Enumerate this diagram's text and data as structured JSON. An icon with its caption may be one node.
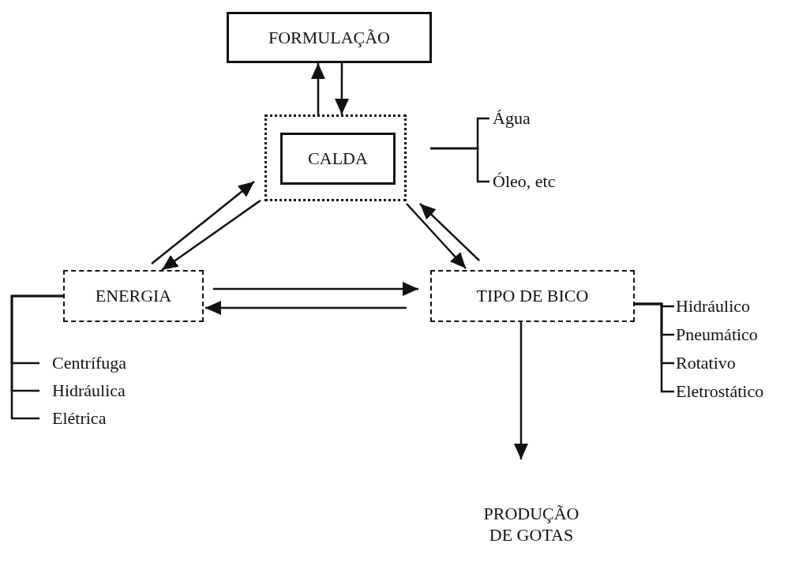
{
  "diagram": {
    "nodes": [
      {
        "text": [
          "FORMULAÇÃO"
        ]
      },
      {
        "text": [],
        "shape": "box"
      },
      {
        "text": [
          "CALDA"
        ],
        "in": 1
      },
      {
        "text": [
          "ENERGIA"
        ]
      },
      {
        "text": [
          "TIPO DE BICO"
        ]
      },
      {
        "text": [
          "PRODUÇÃO DE GOTAS"
        ]
      },
      {
        "text": [
          "Água"
        ]
      },
      {
        "text": [
          "Óleo, etc"
        ]
      },
      {
        "text": [
          "Centrífuga"
        ]
      },
      {
        "text": [
          "Hidráulica"
        ]
      },
      {
        "text": [
          "Elétrica"
        ]
      },
      {
        "text": [
          "Hidráulico"
        ]
      },
      {
        "text": [
          "Pneumático"
        ]
      },
      {
        "text": [
          "Rotativo"
        ]
      },
      {
        "text": [
          "Eletrostático"
        ]
      }
    ],
    "edges": [
      {
        "from": 1,
        "to": 0,
        "arrow": "to"
      },
      {
        "from": 0,
        "to": 1,
        "arrow": "to"
      },
      {
        "from": 3,
        "to": 1,
        "arrow": "to"
      },
      {
        "from": 1,
        "to": 3,
        "arrow": "to"
      },
      {
        "from": 1,
        "to": 4,
        "arrow": "to"
      },
      {
        "from": 4,
        "to": 1,
        "arrow": "to"
      },
      {
        "from": 3,
        "to": 4,
        "arrow": "to"
      },
      {
        "from": 4,
        "to": 3,
        "arrow": "to"
      },
      {
        "from": 4,
        "to": 5,
        "arrow": "to"
      },
      {
        "from": 1,
        "to": 6,
        "arrow": "none"
      },
      {
        "from": 1,
        "to": 7,
        "arrow": "none"
      },
      {
        "from": 3,
        "to": 8,
        "arrow": "none"
      },
      {
        "from": 3,
        "to": 9,
        "arrow": "none"
      },
      {
        "from": 3,
        "to": 10,
        "arrow": "none"
      },
      {
        "from": 4,
        "to": 11,
        "arrow": "none"
      },
      {
        "from": 4,
        "to": 12,
        "arrow": "none"
      },
      {
        "from": 4,
        "to": 13,
        "arrow": "none"
      },
      {
        "from": 4,
        "to": 14,
        "arrow": "none"
      }
    ]
  }
}
